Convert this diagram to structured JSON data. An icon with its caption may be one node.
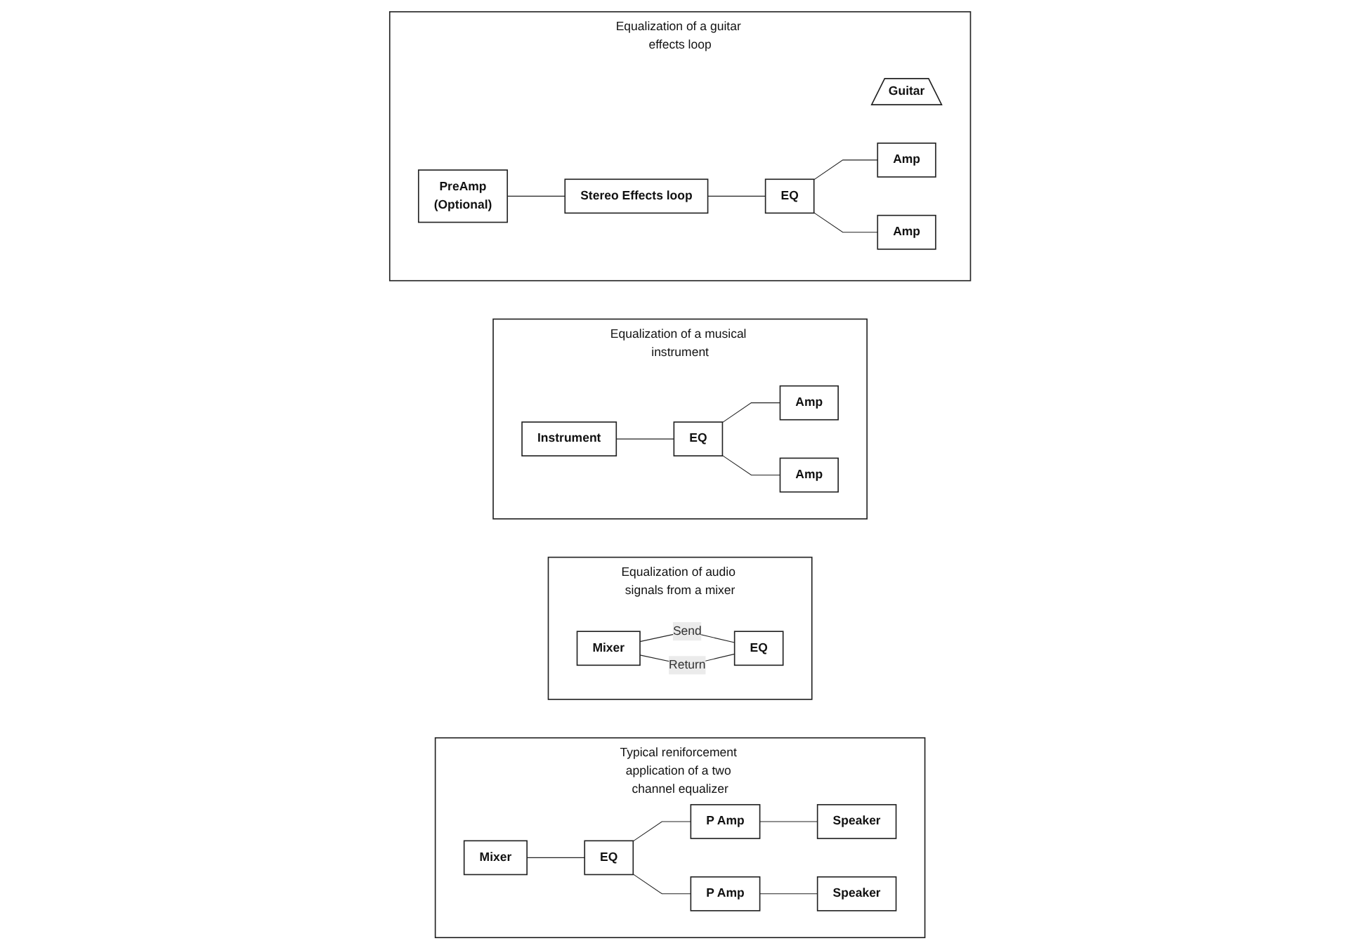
{
  "diagram": {
    "nodes": [
      {
        "text": [
          "Typical reniforcement application of a two channel equalizer"
        ]
      },
      {
        "text": [
          "Mixer"
        ],
        "in": 0
      },
      {
        "text": [
          "EQ"
        ],
        "in": 0
      },
      {
        "text": [
          "P Amp"
        ],
        "in": 0
      },
      {
        "text": [
          "Speaker"
        ],
        "in": 0
      },
      {
        "text": [
          "P Amp"
        ],
        "in": 0
      },
      {
        "text": [
          "Speaker"
        ],
        "in": 0
      },
      {
        "text": [
          "Equalization of audio signals from a mixer"
        ]
      },
      {
        "text": [
          "Mixer"
        ],
        "in": 7
      },
      {
        "text": [
          "EQ"
        ],
        "in": 7
      },
      {
        "text": [
          "Equalization of a musical instrument"
        ]
      },
      {
        "text": [
          "Instrument"
        ],
        "in": 10
      },
      {
        "text": [
          "EQ"
        ],
        "in": 10
      },
      {
        "text": [
          "Amp"
        ],
        "in": 10
      },
      {
        "text": [
          "Amp"
        ],
        "in": 10
      },
      {
        "text": [
          "Equalization of a guitar effects loop"
        ]
      },
      {
        "text": [
          "Guitar"
        ],
        "in": 15
      },
      {
        "text": [
          "PreAmp",
          "(Optional)"
        ],
        "in": 15
      },
      {
        "text": [
          "Stereo Effects loop"
        ],
        "in": 15
      },
      {
        "text": [
          "EQ"
        ],
        "in": 15
      },
      {
        "text": [
          "Amp"
        ],
        "in": 15
      },
      {
        "text": [
          "Amp"
        ],
        "in": 15
      }
    ],
    "edges": [
      {
        "from": 1,
        "to": 2,
        "arrow": "none"
      },
      {
        "from": 2,
        "to": 3,
        "arrow": "none"
      },
      {
        "from": 3,
        "to": 4,
        "arrow": "none"
      },
      {
        "from": 2,
        "to": 5,
        "arrow": "none"
      },
      {
        "from": 5,
        "to": 6,
        "arrow": "none"
      },
      {
        "from": 8,
        "to": 9,
        "arrow": "none",
        "label": "Send"
      },
      {
        "from": 9,
        "to": 8,
        "arrow": "none",
        "label": "Return"
      },
      {
        "from": 11,
        "to": 12,
        "arrow": "none"
      },
      {
        "from": 12,
        "to": 13,
        "arrow": "none"
      },
      {
        "from": 12,
        "to": 14,
        "arrow": "none"
      },
      {
        "from": 17,
        "to": 18,
        "arrow": "none"
      },
      {
        "from": 18,
        "to": 19,
        "arrow": "none"
      },
      {
        "from": 19,
        "to": 20,
        "arrow": "none"
      },
      {
        "from": 19,
        "to": 21,
        "arrow": "none"
      }
    ]
  }
}
